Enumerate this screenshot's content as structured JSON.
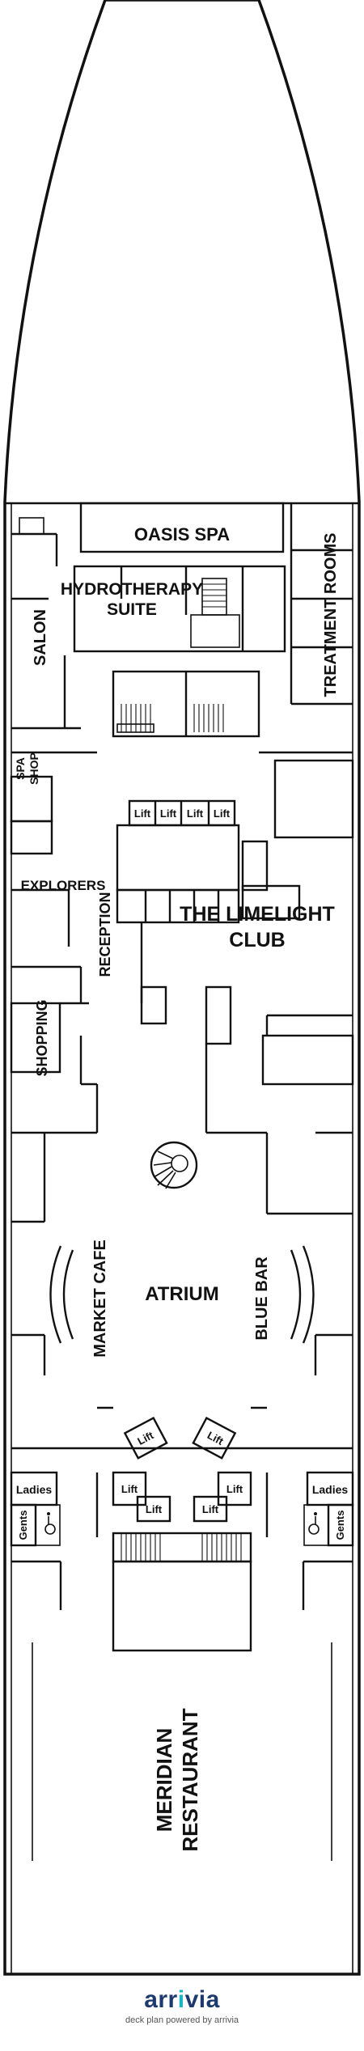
{
  "rooms": {
    "oasis_spa": "OASIS SPA",
    "hydrotherapy_1": "HYDROTHERAPY",
    "hydrotherapy_2": "SUITE",
    "treatment_rooms": "TREATMENT ROOMS",
    "salon": "SALON",
    "spa_shop_1": "SPA",
    "spa_shop_2": "SHOP",
    "explorers": "EXPLORERS",
    "reception": "RECEPTION",
    "limelight_1": "THE LIMELIGHT",
    "limelight_2": "CLUB",
    "shopping": "SHOPPING",
    "market_cafe": "MARKET CAFE",
    "atrium": "ATRIUM",
    "blue_bar": "BLUE BAR",
    "ladies_left": "Ladies",
    "ladies_right": "Ladies",
    "gents_left": "Gents",
    "gents_right": "Gents",
    "meridian_1": "MERIDIAN",
    "meridian_2": "RESTAURANT"
  },
  "lifts": {
    "fwd_1": "Lift",
    "fwd_2": "Lift",
    "fwd_3": "Lift",
    "fwd_4": "Lift",
    "mid_left": "Lift",
    "mid_right": "Lift",
    "aft_left_1": "Lift",
    "aft_left_2": "Lift",
    "aft_right_1": "Lift",
    "aft_right_2": "Lift"
  },
  "icons": {
    "accessible_left": "wheelchair-icon",
    "accessible_right": "wheelchair-icon",
    "spiral_stair": "spiral-staircase-icon"
  },
  "footer": {
    "brand_a": "arr",
    "brand_i": "i",
    "brand_b": "via",
    "powered": "deck plan powered by arrivia"
  },
  "colors": {
    "ink": "#111111",
    "brand": "#1d3a6e",
    "brand_accent": "#18b5c5"
  }
}
